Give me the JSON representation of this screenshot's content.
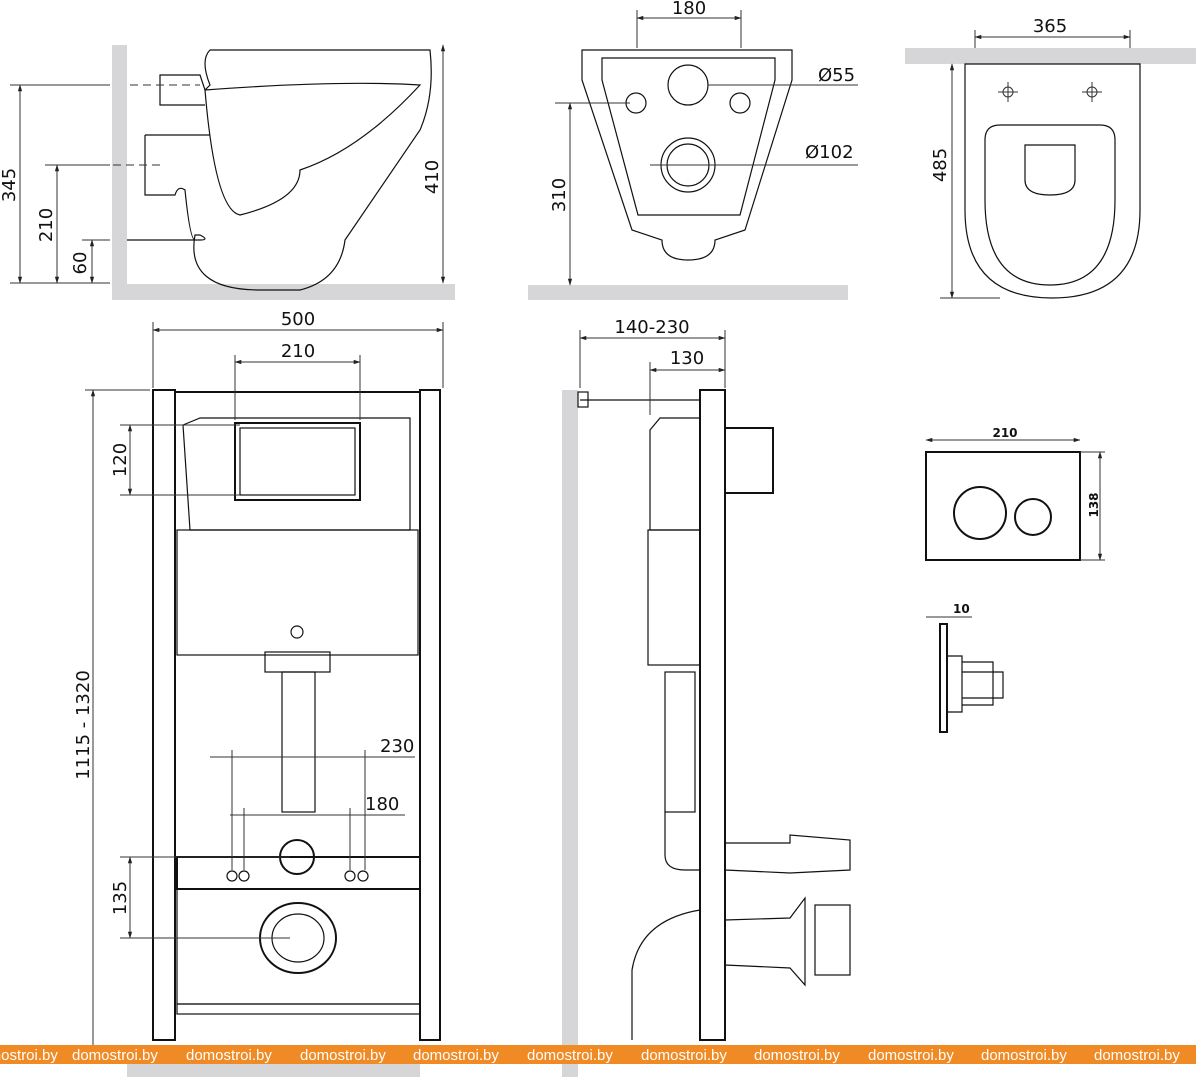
{
  "side_view": {
    "dims": [
      "345",
      "410",
      "210",
      "60"
    ]
  },
  "front_view": {
    "dims": [
      "180",
      "Ø55",
      "Ø102",
      "310"
    ]
  },
  "top_view": {
    "dims": [
      "365",
      "485"
    ]
  },
  "frame_front": {
    "dims": [
      "500",
      "210",
      "120",
      "1115 - 1320",
      "230",
      "180",
      "135"
    ]
  },
  "frame_side": {
    "dims": [
      "140-230",
      "130"
    ]
  },
  "flush_plate": {
    "dims": [
      "210",
      "138",
      "10"
    ]
  },
  "watermark": {
    "text": "domostroi.by",
    "color": "#f08a24"
  }
}
